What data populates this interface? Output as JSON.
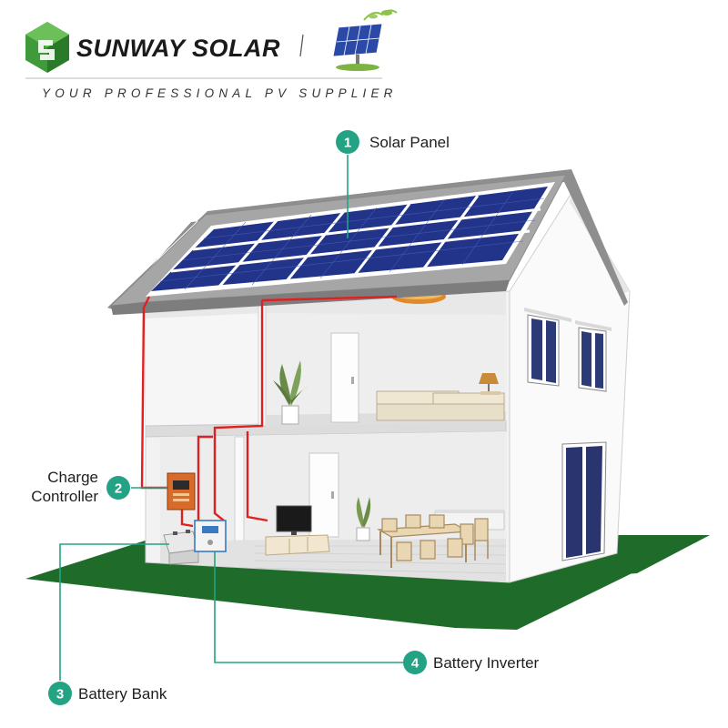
{
  "logo": {
    "brand_name": "SUNWAY SOLAR",
    "tagline": "YOUR PROFESSIONAL PV SUPPLIER"
  },
  "callouts": [
    {
      "number": "1",
      "label": "Solar Panel"
    },
    {
      "number": "2",
      "label_lines": [
        "Charge",
        "Controller"
      ]
    },
    {
      "number": "3",
      "label": "Battery Bank"
    },
    {
      "number": "4",
      "label": "Battery Inverter"
    }
  ],
  "colors": {
    "callout_teal": "#23a384",
    "wire_red": "#e02020",
    "ground_green": "#1f6b2a",
    "roof_gray": "#9a9a9a",
    "panel_blue": "#22348a",
    "logo_green": "#3f9b3a"
  }
}
